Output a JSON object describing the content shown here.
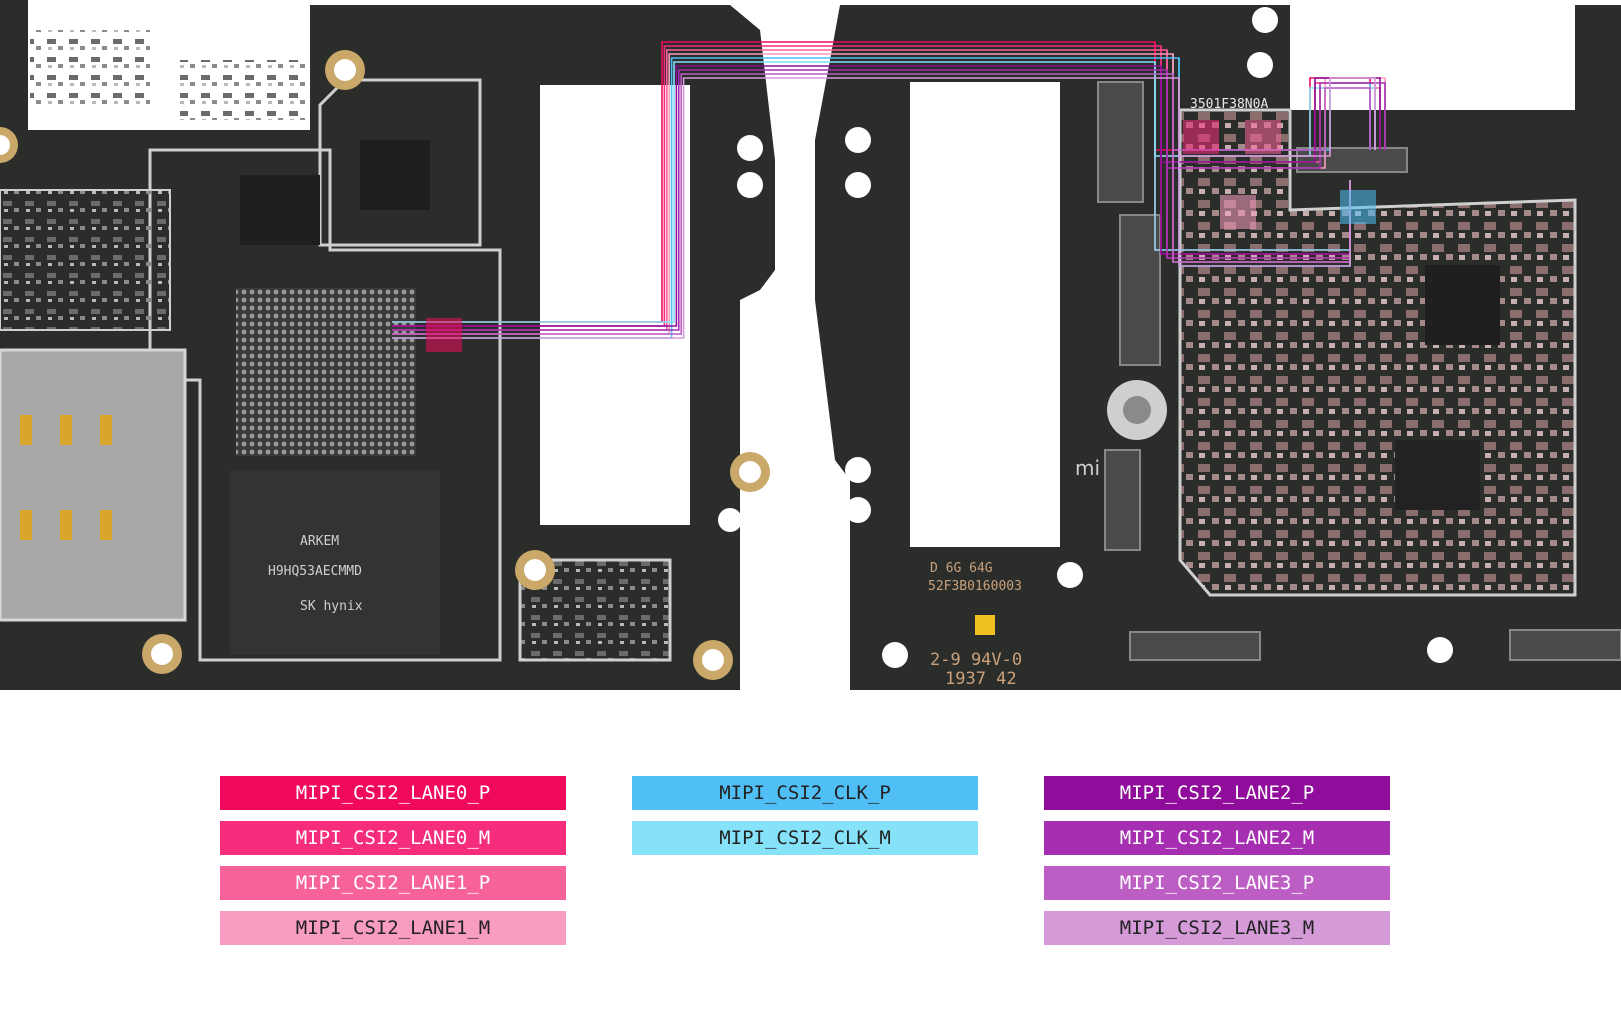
{
  "board": {
    "markings": {
      "flex_id": "3501F38N0A",
      "pcb_rev": "D  6G  64G",
      "pcb_code": "52F3B0160003",
      "ul_mark": "2-9 94V-0",
      "date_code": "1937 42",
      "brand": "mi"
    },
    "chips": {
      "memory_line1": "H9HQ53AECMMD",
      "memory_line2": "ARKEM",
      "memory_line3": "SK hynix"
    }
  },
  "legend": {
    "columns": [
      {
        "items": [
          {
            "label": "MIPI_CSI2_LANE0_P",
            "color": "#f0095d",
            "text_color": "#ffffff"
          },
          {
            "label": "MIPI_CSI2_LANE0_M",
            "color": "#f52d7c",
            "text_color": "#ffffff"
          },
          {
            "label": "MIPI_CSI2_LANE1_P",
            "color": "#f7629a",
            "text_color": "#ffffff"
          },
          {
            "label": "MIPI_CSI2_LANE1_M",
            "color": "#f99cc1",
            "text_color": "#222222"
          }
        ]
      },
      {
        "items": [
          {
            "label": "MIPI_CSI2_CLK_P",
            "color": "#4fbff5",
            "text_color": "#222222"
          },
          {
            "label": "MIPI_CSI2_CLK_M",
            "color": "#85e2f9",
            "text_color": "#222222"
          }
        ]
      },
      {
        "items": [
          {
            "label": "MIPI_CSI2_LANE2_P",
            "color": "#8f0d9a",
            "text_color": "#ffffff"
          },
          {
            "label": "MIPI_CSI2_LANE2_M",
            "color": "#a62eb0",
            "text_color": "#ffffff"
          },
          {
            "label": "MIPI_CSI2_LANE3_P",
            "color": "#bd5ec5",
            "text_color": "#ffffff"
          },
          {
            "label": "MIPI_CSI2_LANE3_M",
            "color": "#d59bd9",
            "text_color": "#222222"
          }
        ]
      }
    ]
  }
}
